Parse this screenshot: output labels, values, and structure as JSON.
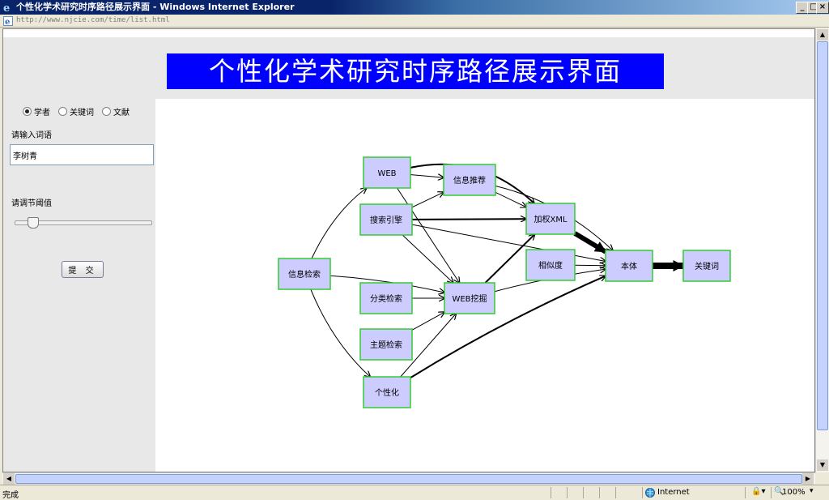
{
  "window": {
    "title": "个性化学术研究时序路径展示界面 - Windows Internet Explorer",
    "minimize": "_",
    "maximize": "□",
    "close": "×"
  },
  "address": {
    "url": "http://www.njcie.com/time/list.html"
  },
  "page": {
    "title": "个性化学术研究时序路径展示界面"
  },
  "search": {
    "options": [
      "学者",
      "关键词",
      "文献"
    ],
    "selected": "学者",
    "input_label": "请输入词语",
    "input_value": "李树青",
    "threshold_label": "请调节阈值",
    "threshold_fraction": 0.1,
    "submit_label": "提 交"
  },
  "graph": {
    "nodes": [
      {
        "id": "xxjs",
        "label": "信息检索"
      },
      {
        "id": "web",
        "label": "WEB"
      },
      {
        "id": "ssyq",
        "label": "搜索引擎"
      },
      {
        "id": "fljs",
        "label": "分类检索"
      },
      {
        "id": "ztjs",
        "label": "主题检索"
      },
      {
        "id": "gxh",
        "label": "个性化"
      },
      {
        "id": "xxtj",
        "label": "信息推荐"
      },
      {
        "id": "webwj",
        "label": "WEB挖掘"
      },
      {
        "id": "jqxml",
        "label": "加权XML"
      },
      {
        "id": "xsd",
        "label": "相似度"
      },
      {
        "id": "bt",
        "label": "本体"
      },
      {
        "id": "gjc",
        "label": "关键词"
      }
    ],
    "edges": [
      {
        "from": "xxjs",
        "to": "web",
        "weight": 1
      },
      {
        "from": "xxjs",
        "to": "webwj",
        "weight": 1
      },
      {
        "from": "xxjs",
        "to": "gxh",
        "weight": 1
      },
      {
        "from": "web",
        "to": "xxtj",
        "weight": 1
      },
      {
        "from": "web",
        "to": "webwj",
        "weight": 1
      },
      {
        "from": "web",
        "to": "jqxml",
        "weight": 2
      },
      {
        "from": "ssyq",
        "to": "xxtj",
        "weight": 1
      },
      {
        "from": "ssyq",
        "to": "jqxml",
        "weight": 2
      },
      {
        "from": "ssyq",
        "to": "webwj",
        "weight": 1
      },
      {
        "from": "ssyq",
        "to": "bt",
        "weight": 1
      },
      {
        "from": "fljs",
        "to": "webwj",
        "weight": 1
      },
      {
        "from": "ztjs",
        "to": "webwj",
        "weight": 1
      },
      {
        "from": "gxh",
        "to": "webwj",
        "weight": 1
      },
      {
        "from": "gxh",
        "to": "bt",
        "weight": 2
      },
      {
        "from": "xxtj",
        "to": "jqxml",
        "weight": 1
      },
      {
        "from": "xxtj",
        "to": "bt",
        "weight": 1
      },
      {
        "from": "webwj",
        "to": "jqxml",
        "weight": 2
      },
      {
        "from": "webwj",
        "to": "bt",
        "weight": 1
      },
      {
        "from": "xsd",
        "to": "bt",
        "weight": 1
      },
      {
        "from": "jqxml",
        "to": "bt",
        "weight": 6
      },
      {
        "from": "bt",
        "to": "gjc",
        "weight": 8
      }
    ]
  },
  "status": {
    "text": "完成",
    "zone": "Internet",
    "zoom": "100%"
  }
}
